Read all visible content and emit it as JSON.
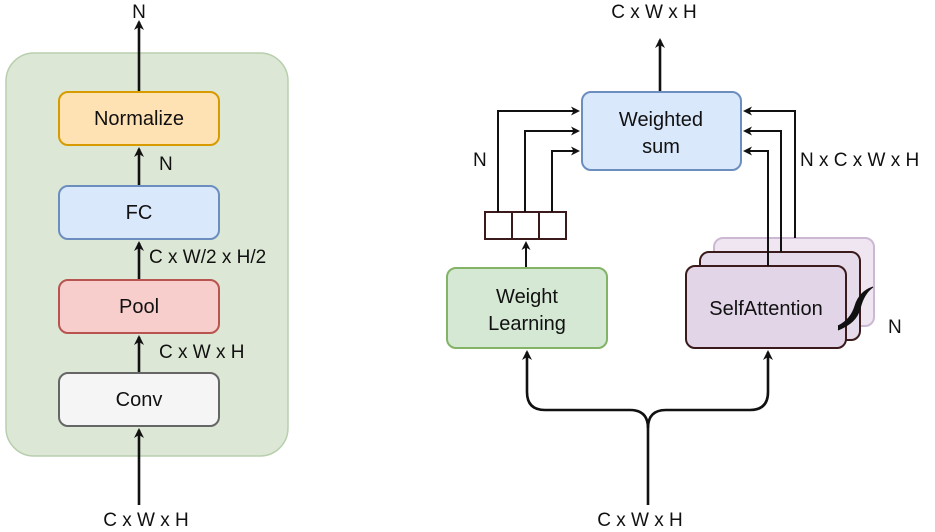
{
  "left": {
    "output_label": "N",
    "input_label": "C x W x H",
    "blocks": {
      "normalize": "Normalize",
      "fc": "FC",
      "pool": "Pool",
      "conv": "Conv"
    },
    "edge_labels": {
      "fc_to_normalize": "N",
      "pool_to_fc": "C x W/2 x H/2",
      "conv_to_pool": "C x W x H"
    },
    "colors": {
      "container": "#dce8d5",
      "normalize": "#ffe2b3",
      "fc": "#dae8fc",
      "pool": "#f8cecc",
      "conv": "#f5f5f5"
    }
  },
  "right": {
    "output_label": "C x W x H",
    "input_label": "C x W x H",
    "weighted_sum": {
      "line1": "Weighted",
      "line2": "sum"
    },
    "weight_learning": {
      "line1": "Weight",
      "line2": "Learning"
    },
    "self_attention": "SelfAttention",
    "weights_label": "N",
    "features_label": "N x C x W x H",
    "stack_label": "N",
    "colors": {
      "weighted_sum": "#dae8fc",
      "weight_learning": "#d5e8d4",
      "self_attention": "#e1d5e7"
    }
  }
}
